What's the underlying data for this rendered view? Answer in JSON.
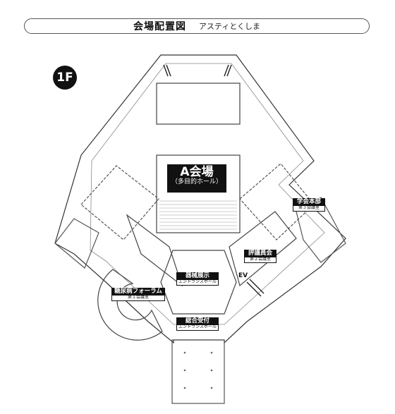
{
  "header": {
    "title": "会場配置図",
    "venue": "アスティとくしま"
  },
  "floor": "1F",
  "areas": {
    "main_hall": {
      "name": "A会場",
      "caption": "（多目的ホール）"
    },
    "hq": {
      "name": "学会本部",
      "room": "第３会議室"
    },
    "council": {
      "name": "評議員会",
      "room": "第２会議室"
    },
    "exhibit": {
      "name": "器械展示",
      "room": "エントランスホール"
    },
    "forum": {
      "name": "糖尿病フォーラム",
      "room": "第１会議室"
    },
    "reception": {
      "name": "総合受付",
      "room": "エントランスホール"
    }
  },
  "elevator": "EV"
}
